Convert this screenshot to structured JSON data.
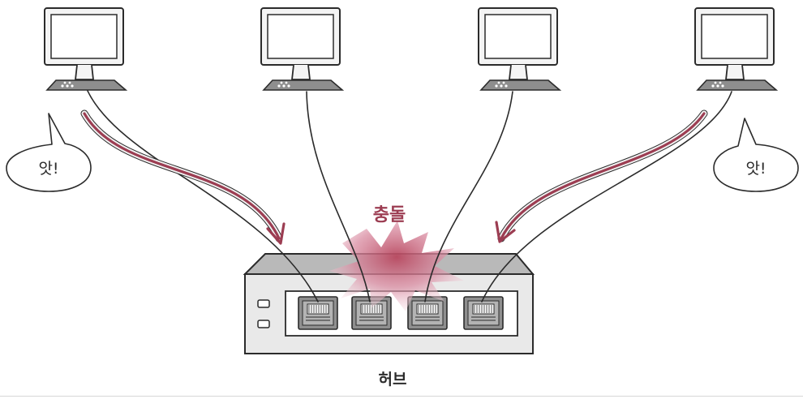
{
  "labels": {
    "shout_left": "앗!",
    "shout_right": "앗!",
    "collision": "충돌",
    "hub": "허브"
  },
  "colors": {
    "ink": "#2b2b2b",
    "screen_frame": "#f4f4f4",
    "keyboard": "#8e8e8e",
    "hub_body": "#e9e9e9",
    "hub_top": "#b9b9b9",
    "port": "#8f8f8f",
    "arrow": "#9c3d52",
    "collision_text": "#9c3d52",
    "burst": "#d07a92"
  }
}
